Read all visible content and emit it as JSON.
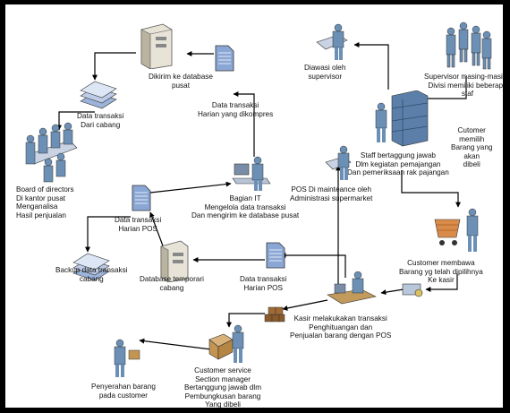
{
  "labels": {
    "server": "Dikirim ke database\npusat",
    "board": "Board of directors\nDi kantor pusat\nMenganalisa\nHasil penjualan",
    "data_cabang": "Data transaksi\nDari cabang",
    "data_kompres": "Data transaksi\nHarian yang dikompres",
    "bagian_it": "Bagian IT\nMengelola data transaksi\nDan mengirim ke database pusat",
    "data_pos": "Data transaksi\nHarian POS",
    "backup": "Backup data transaksi\ncabang",
    "db_temp": "Database temporari\ncabang",
    "data_pos_2": "Data transaksi\nHarian POS",
    "diawasi": "Diawasi oleh\nsupervisor",
    "supervisor": "Supervisor masing-masing\nDivisi memiliki beberapa\nstaf",
    "staff": "Staff bertaggung jawab\nDlm kegiatan pemajangan\nDan pemeriksaan rak pajangan",
    "customer_memilih": "Cutomer\nmemilih\nBarang yang\nakan\ndibeli",
    "pos_maint": "POS Di mainteance oleh\nAdministrasi supermarket",
    "customer_membawa": "Customer membawa\nBarang yg telah dipilihnya\nKe kasir",
    "kasir": "Kasir melakukakan transaksi\nPenghituangan dan\nPenjualan barang dengan POS",
    "cs": "Customer service\nSection manager\nBertanggung jawab dlm\nPembungkusan barang\nYang dibeli",
    "penyerahan": "Penyerahan barang\npada customer"
  },
  "colors": {
    "person": "#6b8fb5",
    "server": "#d9d4c4",
    "doc": "#7a98c9",
    "rack": "#5b7fa8",
    "line": "#000000"
  },
  "icons": [
    "server-icon",
    "board-meeting-icon",
    "paper-stack-icon",
    "document-icon",
    "it-worker-icon",
    "database-server-icon",
    "supervisor-icon",
    "staff-group-icon",
    "display-rack-icon",
    "pos-terminal-icon",
    "shopping-cart-icon",
    "cashier-icon",
    "money-icon",
    "boxes-icon",
    "customer-service-icon",
    "customer-icon"
  ]
}
